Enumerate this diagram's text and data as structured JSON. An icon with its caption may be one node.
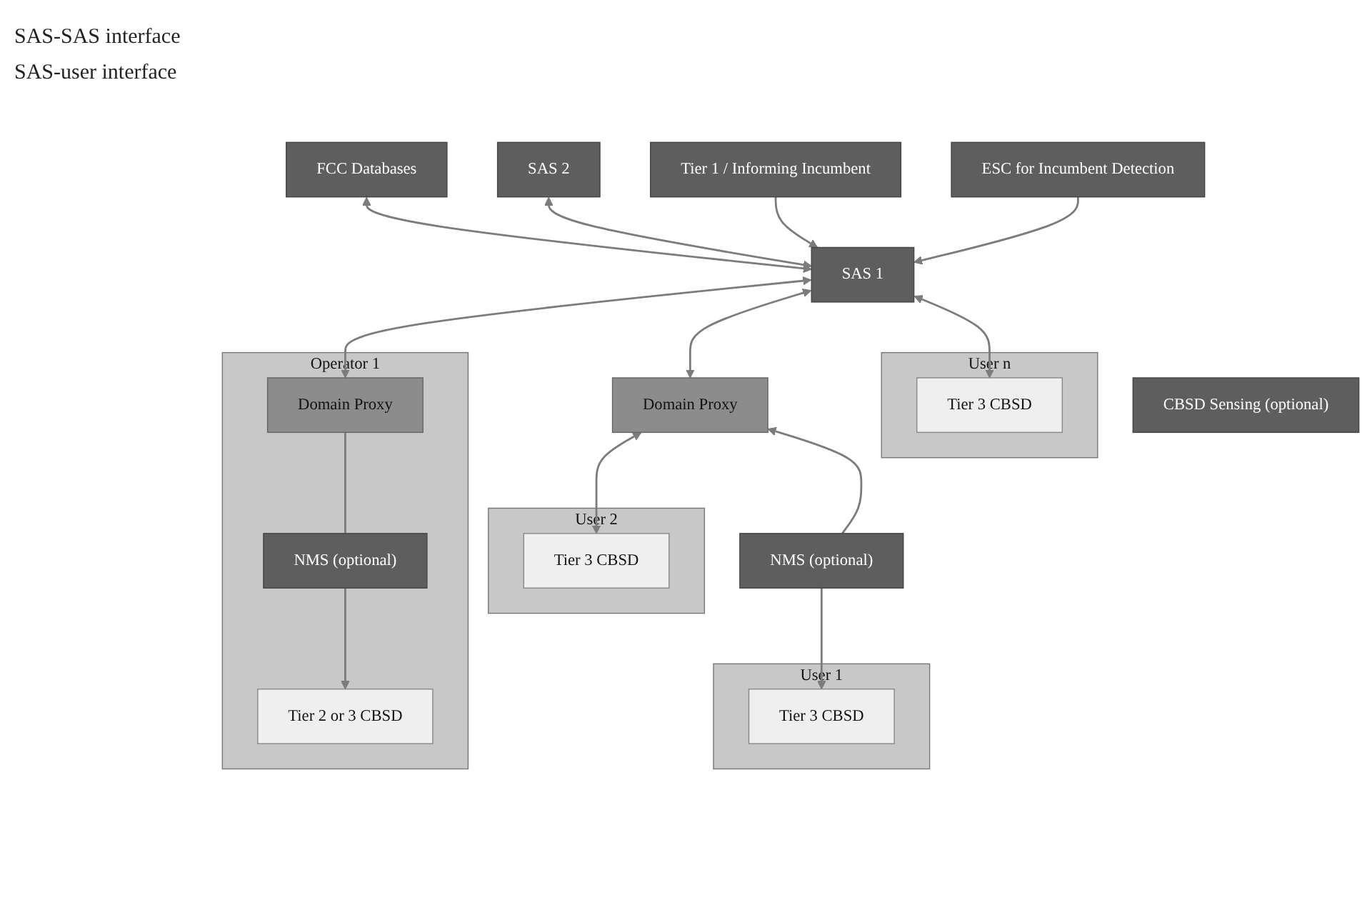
{
  "diagram": {
    "nodes": [
      {
        "text": [
          "FCC Databases"
        ]
      },
      {
        "text": [
          "SAS 2"
        ]
      },
      {
        "text": [
          "Tier 1 / Informing Incumbent"
        ]
      },
      {
        "text": [
          "SAS 1"
        ]
      },
      {
        "text": [
          "ESC for Incumbent Detection"
        ]
      },
      {
        "text": [
          "Domain Proxy"
        ]
      },
      {
        "text": [
          "Operator 1"
        ]
      },
      {
        "text": [
          "Domain Proxy"
        ],
        "in": 6
      },
      {
        "text": [
          "NMS (optional)"
        ],
        "in": 6
      },
      {
        "text": [
          "Tier 2 or 3 CBSD"
        ],
        "in": 6
      },
      {
        "text": [
          "NMS (optional)"
        ]
      },
      {
        "text": [
          "CBSD Sensing (optional)"
        ]
      },
      {
        "text": [
          "User 1"
        ]
      },
      {
        "text": [
          "Tier 3 CBSD"
        ],
        "in": 12
      },
      {
        "text": [
          "User 2"
        ]
      },
      {
        "text": [
          "Tier 3 CBSD"
        ],
        "in": 14
      },
      {
        "text": [
          "User n"
        ]
      },
      {
        "text": [
          "Tier 3 CBSD"
        ],
        "in": 16
      }
    ],
    "edges": [
      {
        "from": 0,
        "to": 3,
        "arrow": "both"
      },
      {
        "from": 1,
        "to": 3,
        "arrow": "both"
      },
      {
        "from": 2,
        "to": 3,
        "arrow": "to"
      },
      {
        "from": 4,
        "to": 3,
        "arrow": "to"
      },
      {
        "from": 3,
        "to": 7,
        "arrow": "both"
      },
      {
        "from": 3,
        "to": 5,
        "arrow": "both"
      },
      {
        "from": 3,
        "to": 17,
        "arrow": "both"
      },
      {
        "from": 7,
        "to": 8,
        "arrow": "none"
      },
      {
        "from": 8,
        "to": 9,
        "arrow": "to"
      },
      {
        "from": 10,
        "to": 5,
        "arrow": "to"
      },
      {
        "from": 10,
        "to": 13,
        "arrow": "to"
      },
      {
        "from": 5,
        "to": 15,
        "arrow": "both"
      }
    ],
    "labels": [
      "SAS-SAS interface",
      "SAS-user interface"
    ]
  }
}
